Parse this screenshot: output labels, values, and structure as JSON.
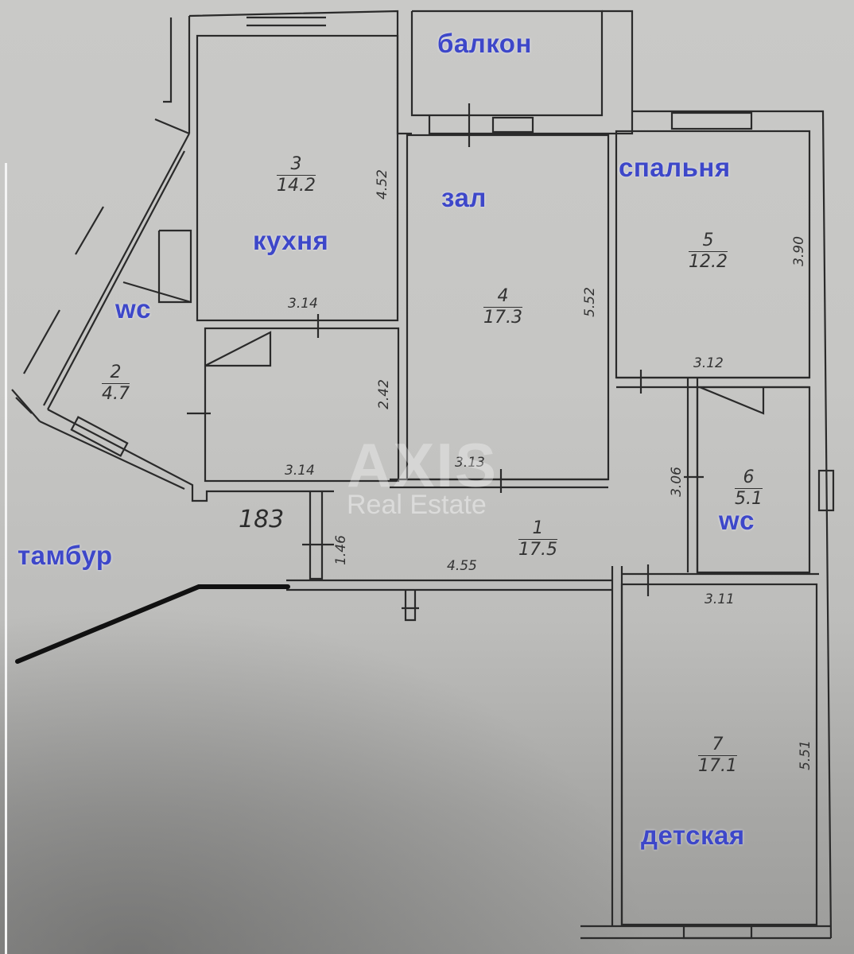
{
  "plan": {
    "rooms": [
      {
        "id": "kitchen",
        "number": "3",
        "area": "14.2",
        "label": "кухня"
      },
      {
        "id": "hall",
        "number": "4",
        "area": "17.3",
        "label": "зал"
      },
      {
        "id": "bedroom",
        "number": "5",
        "area": "12.2",
        "label": "спальня"
      },
      {
        "id": "wc-left",
        "number": "2",
        "area": "4.7",
        "label": "wc"
      },
      {
        "id": "corridor",
        "number": "1",
        "area": "17.5",
        "label": ""
      },
      {
        "id": "wc-right",
        "number": "6",
        "area": "5.1",
        "label": "wc"
      },
      {
        "id": "kids-room",
        "number": "7",
        "area": "17.1",
        "label": "детская"
      }
    ],
    "extra_labels": {
      "balcony": "балкон",
      "vestibule": "тамбур"
    },
    "dimensions": {
      "kitchen_height": "4.52",
      "kitchen_width": "3.14",
      "pantry_width": "3.14",
      "pantry_height": "2.42",
      "hall_height": "5.52",
      "hall_width": "3.13",
      "bedroom_height": "3.90",
      "bedroom_width": "3.12",
      "wc_right_height": "3.06",
      "corridor_width": "4.55",
      "corridor_height": "1.46",
      "kids_width": "3.11",
      "kids_height": "5.51",
      "apt_number": "183"
    },
    "watermark": {
      "brand": "AXIS",
      "sub": "Real Estate"
    },
    "colors": {
      "label_blue": "#3d47c9",
      "line": "#2a2a2a",
      "paper": "#c8c8c6"
    }
  }
}
